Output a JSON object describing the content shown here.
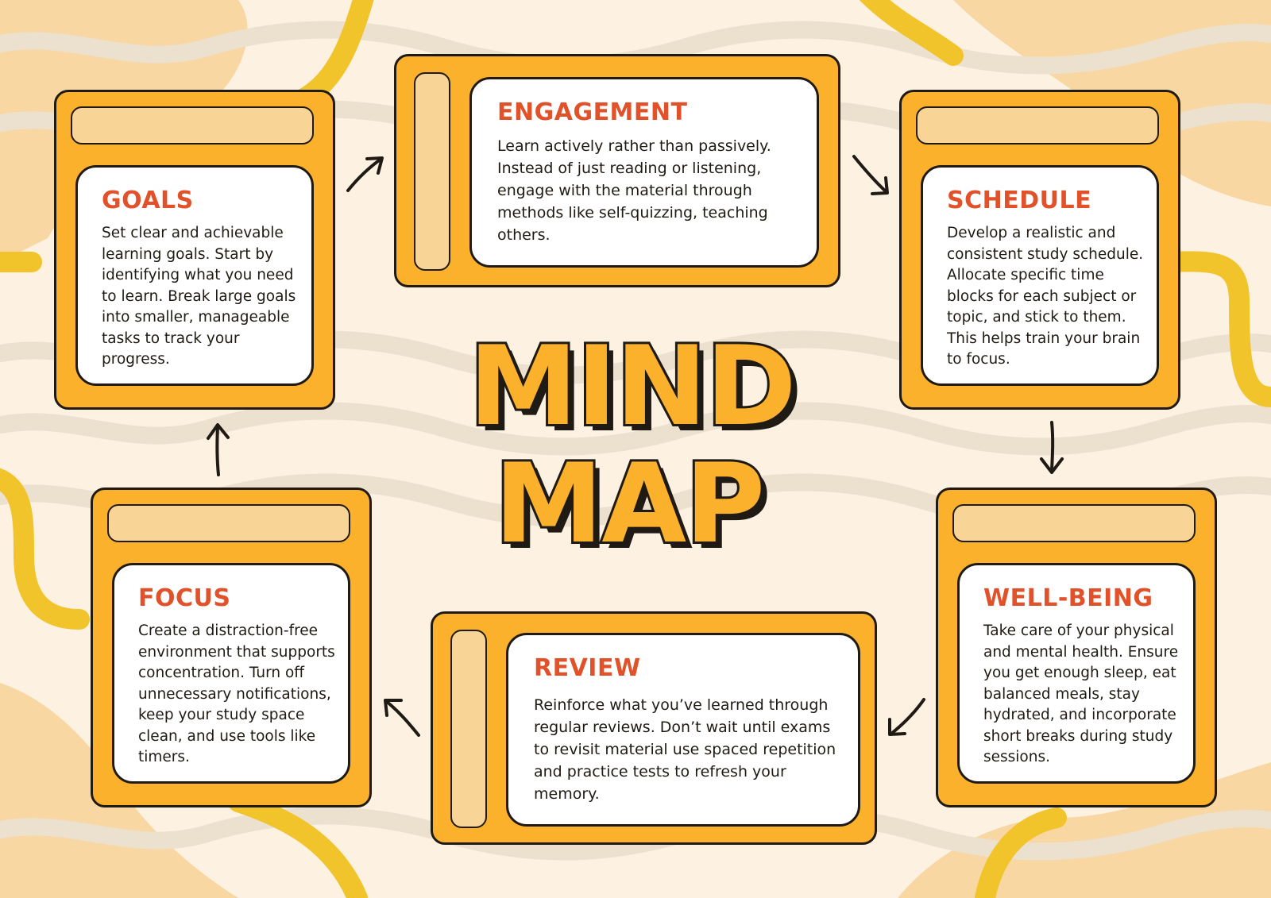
{
  "colors": {
    "background": "#fdf1e1",
    "card": "#fbb12b",
    "tab": "#f8d596",
    "panel": "#ffffff",
    "title": "#e2522a",
    "text": "#1f1a14",
    "wave": "#f1c42c"
  },
  "main_title": {
    "line1": "MIND",
    "line2": "MAP"
  },
  "nodes": {
    "goals": {
      "title": "GOALS",
      "text": "Set clear and achievable learning goals. Start by identifying what you need to learn. Break large goals into smaller, manageable tasks to track your progress."
    },
    "engagement": {
      "title": "ENGAGEMENT",
      "text": "Learn actively rather than passively. Instead of just reading or listening, engage with the material through methods like self-quizzing, teaching others."
    },
    "schedule": {
      "title": "SCHEDULE",
      "text": "Develop a realistic and consistent study schedule. Allocate specific time blocks for each subject or topic, and stick to them. This helps train your brain to focus."
    },
    "wellbeing": {
      "title": "WELL-BEING",
      "text": "Take care of your physical and mental health. Ensure you get enough sleep, eat balanced meals, stay hydrated, and incorporate short breaks during study sessions."
    },
    "review": {
      "title": "REVIEW",
      "text": "Reinforce what you’ve learned through regular reviews. Don’t wait until exams to revisit material use spaced repetition and practice tests to refresh your memory."
    },
    "focus": {
      "title": "FOCUS",
      "text": "Create a distraction-free environment that supports concentration. Turn off unnecessary notifications, keep your study space clean, and use tools like timers."
    }
  },
  "flow": [
    "goals",
    "engagement",
    "schedule",
    "wellbeing",
    "review",
    "focus"
  ]
}
